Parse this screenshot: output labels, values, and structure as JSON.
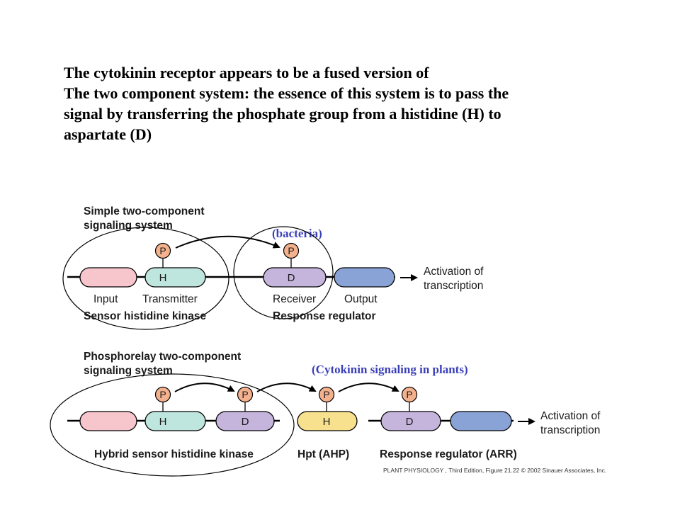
{
  "intro": {
    "line1": "The cytokinin receptor appears to be a fused version of",
    "line2": "The two component system: the essence of this system is to pass the",
    "line3": "signal by transferring the phosphate group from a histidine (H) to",
    "line4": "aspartate (D)"
  },
  "simple": {
    "title1": "Simple two-component",
    "title2": "signaling system",
    "annotation": "(bacteria)",
    "phospho1": "P",
    "phospho2": "P",
    "domain_h": "H",
    "domain_d": "D",
    "label_input": "Input",
    "label_transmitter": "Transmitter",
    "label_receiver": "Receiver",
    "label_output": "Output",
    "group_sensor": "Sensor histidine kinase",
    "group_response": "Response regulator",
    "activation1": "Activation of",
    "activation2": "transcription"
  },
  "phosphorelay": {
    "title1": "Phosphorelay two-component",
    "title2": "signaling system",
    "annotation": "(Cytokinin signaling in plants)",
    "phospho1": "P",
    "phospho2": "P",
    "phospho3": "P",
    "phospho4": "P",
    "domain_h1": "H",
    "domain_d1": "D",
    "domain_h2": "H",
    "domain_d2": "D",
    "group_hybrid": "Hybrid sensor histidine kinase",
    "group_hpt": "Hpt (AHP)",
    "group_response": "Response regulator (ARR)",
    "activation1": "Activation of",
    "activation2": "transcription"
  },
  "credit": "PLANT PHYSIOLOGY , Third Edition, Figure 21.22  © 2002 Sinauer Associates, Inc.",
  "colors": {
    "input": "#f6c6cc",
    "transmitter": "#bfe6de",
    "receiver": "#c5b5dc",
    "output": "#8aa3d6",
    "hpt": "#f7e18e",
    "phospho": "#f4b18e",
    "annotation": "#3b3fb8"
  }
}
